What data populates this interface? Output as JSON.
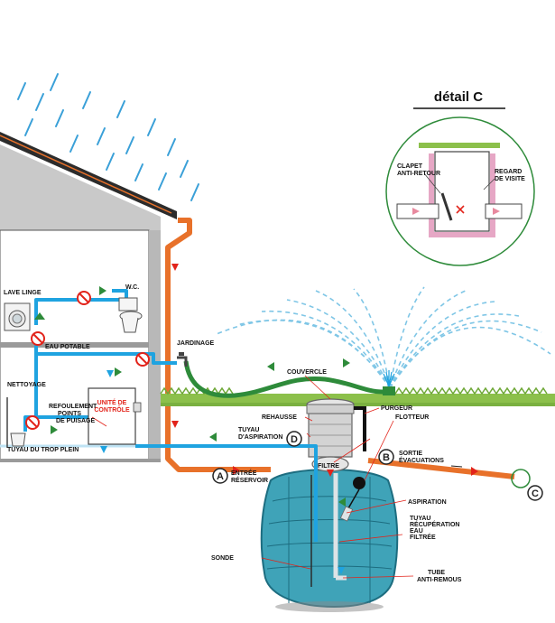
{
  "detail_title": "détail C",
  "detail": {
    "clapet_line1": "CLAPET",
    "clapet_line2": "ANTI-RETOUR",
    "regard_line1": "REGARD",
    "regard_line2": "DE VISITE"
  },
  "labels": {
    "lave_linge": "LAVE LINGE",
    "wc": "W.C.",
    "eau_potable": "EAU POTABLE",
    "nettoyage": "NETTOYAGE",
    "unite_line1": "UNITÉ DE",
    "unite_line2": "CONTRÔLE",
    "refoulement_line1": "REFOULEMENT",
    "refoulement_line2": "POINTS",
    "refoulement_line3": "DE PUISAGE",
    "trop_plein": "TUYAU DU TROP PLEIN",
    "jardinage": "JARDINAGE",
    "couvercle": "COUVERCLE",
    "rehausse": "REHAUSSE",
    "purgeur": "PURGEUR",
    "flotteur": "FLOTTEUR",
    "tuyau_aspiration_line1": "TUYAU",
    "tuyau_aspiration_line2": "D'ASPIRATION",
    "filtre": "FILTRE",
    "sortie_line1": "SORTIE",
    "sortie_line2": "ÉVACUATIONS",
    "entree_line1": "ENTRÉE",
    "entree_line2": "RÉSERVOIR",
    "aspiration": "ASPIRATION",
    "recuperation_line1": "TUYAU",
    "recuperation_line2": "RÉCUPÉRATION",
    "recuperation_line3": "EAU",
    "recuperation_line4": "FILTRÉE",
    "sonde": "SONDE",
    "tube_line1": "TUBE",
    "tube_line2": "ANTI-REMOUS"
  },
  "markers": {
    "a": "A",
    "b": "B",
    "c": "C",
    "d": "D"
  },
  "colors": {
    "clean_water": "#1fa3e0",
    "rain_gutter": "#e8712a",
    "green_pipe": "#2e8b3a",
    "arrow_red": "#e2231a",
    "tank_fill": "#3fa3b8",
    "grass": "#8cc04b"
  }
}
